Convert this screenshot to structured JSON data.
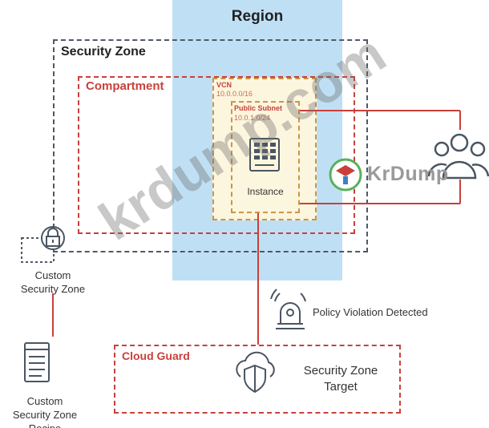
{
  "region": {
    "title": "Region"
  },
  "security_zone": {
    "label": "Security Zone"
  },
  "compartment": {
    "label": "Compartment"
  },
  "vcn": {
    "label": "VCN",
    "cidr": "10.0.0.0/16"
  },
  "public_subnet": {
    "label": "Public Subnet",
    "cidr": "10.0.1.0/24"
  },
  "instance": {
    "label": "Instance"
  },
  "custom_security_zone": {
    "label_line1": "Custom",
    "label_line2": "Security Zone"
  },
  "custom_security_zone_recipe": {
    "label_line1": "Custom",
    "label_line2": "Security Zone",
    "label_line3": "Recipe"
  },
  "policy_violation": {
    "label": "Policy Violation Detected"
  },
  "cloud_guard": {
    "label": "Cloud Guard"
  },
  "security_zone_target": {
    "label_line1": "Security Zone",
    "label_line2": "Target"
  },
  "watermark": {
    "brand": "KrDump",
    "diagonal": "krdump.com"
  },
  "colors": {
    "region_fill": "#bfe0f4",
    "oracle_red": "#c9403a",
    "zone_border": "#4f5966",
    "vcn_fill": "#fdf6de",
    "icon_gray": "#4a5562"
  }
}
